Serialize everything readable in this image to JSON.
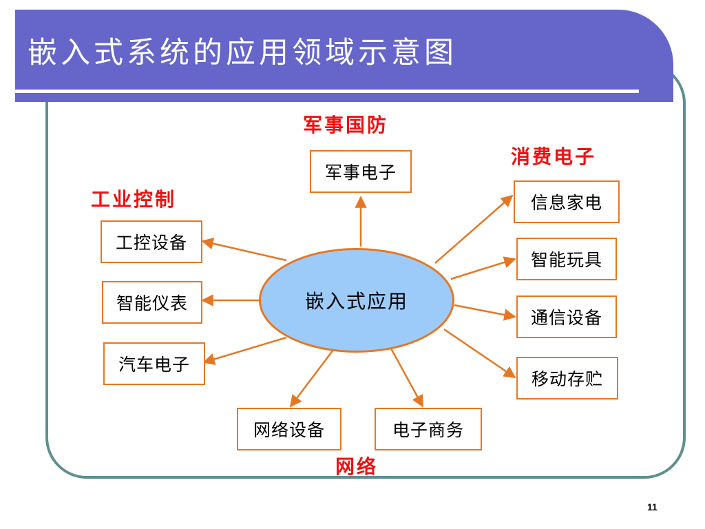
{
  "title": "嵌入式系统的应用领域示意图",
  "hub": "嵌入式应用",
  "categories": {
    "military": "军事国防",
    "consumer": "消费电子",
    "industrial": "工业控制",
    "network": "网络"
  },
  "boxes": {
    "military_electronics": "军事电子",
    "appliances": "信息家电",
    "smart_toys": "智能玩具",
    "comm_equipment": "通信设备",
    "mobile_storage": "移动存贮",
    "industrial_equipment": "工控设备",
    "smart_instruments": "智能仪表",
    "auto_electronics": "汽车电子",
    "network_equipment": "网络设备",
    "ecommerce": "电子商务"
  },
  "page_number": "11",
  "colors": {
    "title_bar": "#6665c9",
    "box_border": "#e67722",
    "arrow": "#e67722",
    "hub_fill": "#9ccbf9",
    "category_text": "#ee1111",
    "frame": "#5f8f8f"
  }
}
